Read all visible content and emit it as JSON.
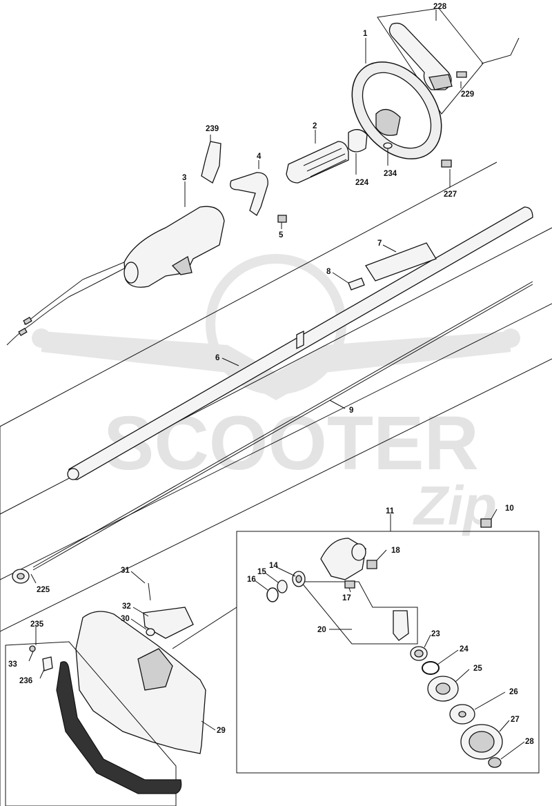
{
  "watermark": {
    "brand": "SCOOTER",
    "brand_suffix": "Zip"
  },
  "callouts": {
    "c1": "1",
    "c2": "2",
    "c3": "3",
    "c4": "4",
    "c5": "5",
    "c6": "6",
    "c7": "7",
    "c8": "8",
    "c9": "9",
    "c10": "10",
    "c11": "11",
    "c14": "14",
    "c15": "15",
    "c16": "16",
    "c17": "17",
    "c18": "18",
    "c20": "20",
    "c23": "23",
    "c24": "24",
    "c25": "25",
    "c26": "26",
    "c27": "27",
    "c28": "28",
    "c29": "29",
    "c30": "30",
    "c31": "31",
    "c32": "32",
    "c33": "33",
    "c224": "224",
    "c225": "225",
    "c227": "227",
    "c228": "228",
    "c229": "229",
    "c234": "234",
    "c235": "235",
    "c236": "236",
    "c239": "239"
  }
}
